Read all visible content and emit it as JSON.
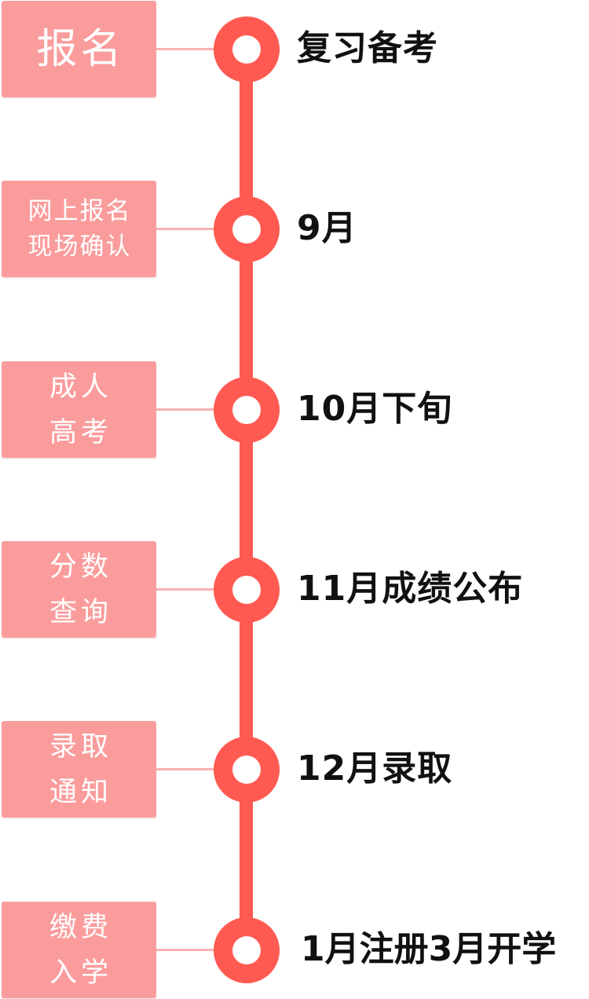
{
  "steps": [
    {
      "label_lines": [
        "报名"
      ],
      "note": "复习备考"
    },
    {
      "label_lines": [
        "网上报名",
        "现场确认"
      ],
      "note": "9月"
    },
    {
      "label_lines": [
        "成人",
        "高考"
      ],
      "note": "10月下旬"
    },
    {
      "label_lines": [
        "分数",
        "查询"
      ],
      "note": "11月成绩公布"
    },
    {
      "label_lines": [
        "录取",
        "通知"
      ],
      "note": "12月录取"
    },
    {
      "label_lines": [
        "缴费",
        "入学"
      ],
      "note": "1月注册3月开学"
    }
  ],
  "colors": {
    "line": "#ff5a52",
    "box": "#fb9c9c",
    "connector": "#f9b1b1",
    "text_dark": "#111111",
    "text_light": "#ffffff"
  }
}
